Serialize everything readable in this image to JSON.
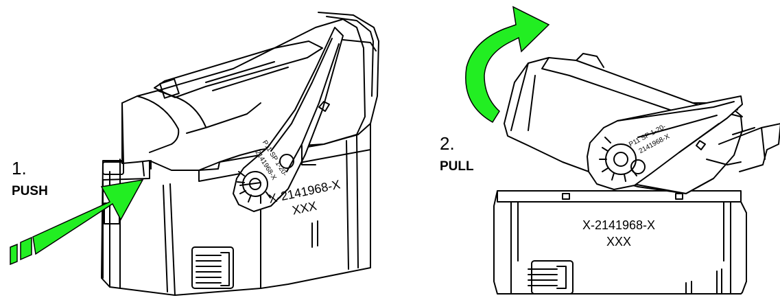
{
  "colors": {
    "arrow": "#22ee22",
    "line": "#000000",
    "background": "#ffffff"
  },
  "step1": {
    "number": "1.",
    "word": "PUSH"
  },
  "step2": {
    "number": "2.",
    "word": "PULL"
  },
  "left_connector": {
    "part_number": "X-2141968-X",
    "code": "XXX",
    "lever_text_1": "P11 SP 1-20-",
    "lever_text_2": "2141968-X"
  },
  "right_connector": {
    "part_number": "X-2141968-X",
    "code": "XXX",
    "lever_text_1": "P11 SP 1-20-",
    "lever_text_2": "2141968-X"
  }
}
